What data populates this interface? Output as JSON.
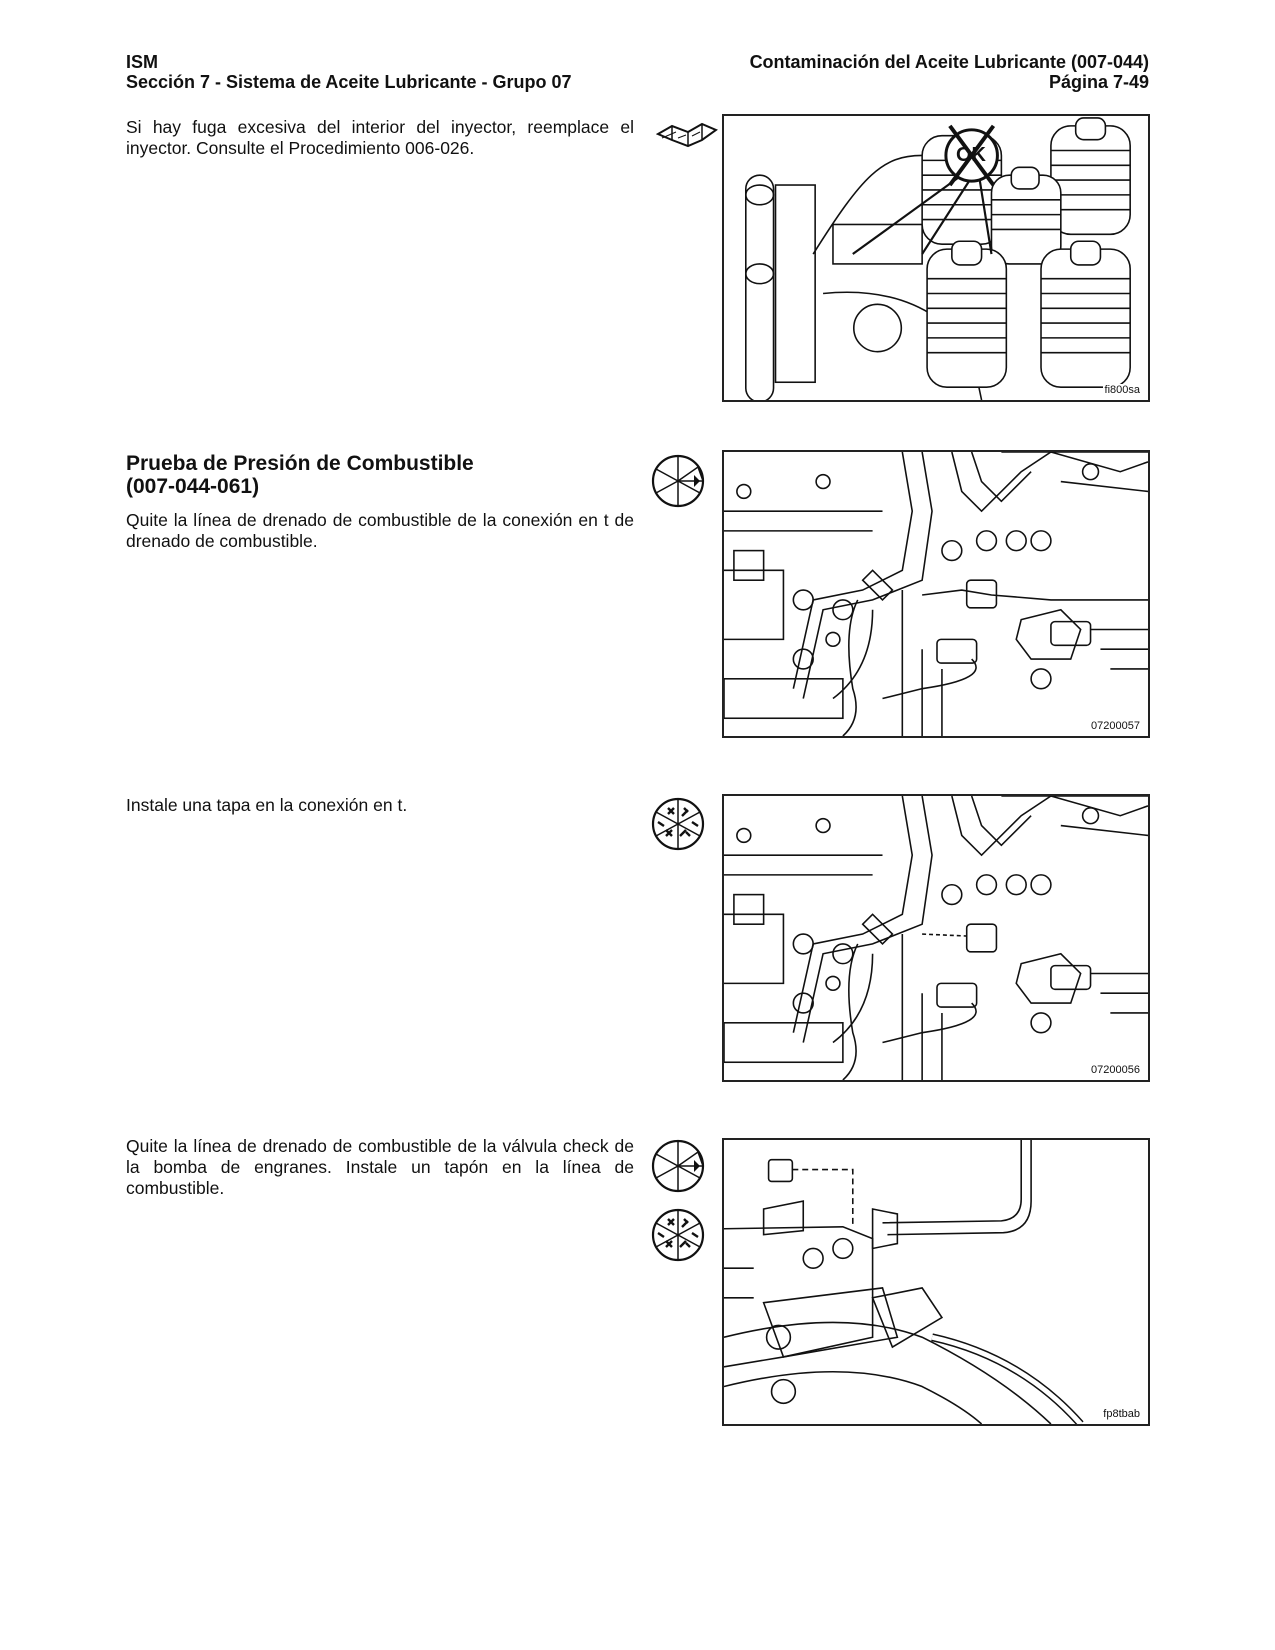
{
  "header": {
    "left_line1": "ISM",
    "left_line2": "Sección 7 - Sistema de Aceite Lubricante - Grupo 07",
    "right_line1": "Contaminación del Aceite Lubricante (007-044)",
    "right_line2": "Página 7-49"
  },
  "steps": [
    {
      "text": "Si hay fuga excesiva del interior del inyector, reemplace el inyector. Consulte el Procedimiento 006-026.",
      "icon": "service-manual-icon",
      "figure_code": "fi800sa",
      "figure_label": "OK"
    },
    {
      "heading_line1": "Prueba de Presión de Combustible",
      "heading_line2": "(007-044-061)",
      "text": "Quite la línea de drenado de combustible de la conexión en t de drenado de combustible.",
      "icon": "remove-icon",
      "figure_code": "07200057"
    },
    {
      "text": "Instale una tapa en la conexión en t.",
      "icon": "install-icon",
      "figure_code": "07200056"
    },
    {
      "text": "Quite la línea de drenado de combustible de la válvula check de la bomba de engranes. Instale un tapón en la línea de combustible.",
      "icons": [
        "remove-icon",
        "install-icon"
      ],
      "figure_code": "fp8tbab"
    }
  ]
}
